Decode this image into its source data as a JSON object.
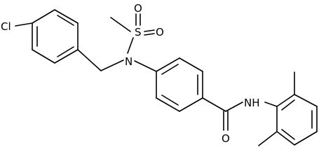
{
  "molecule": {
    "atom_labels": {
      "chlorine": "Cl",
      "sulfur": "S",
      "oxygen_1": "O",
      "oxygen_2": "O",
      "sulfonamide_nitrogen": "N",
      "amide_nitrogen": "NH",
      "carbonyl_oxygen": "O"
    }
  }
}
